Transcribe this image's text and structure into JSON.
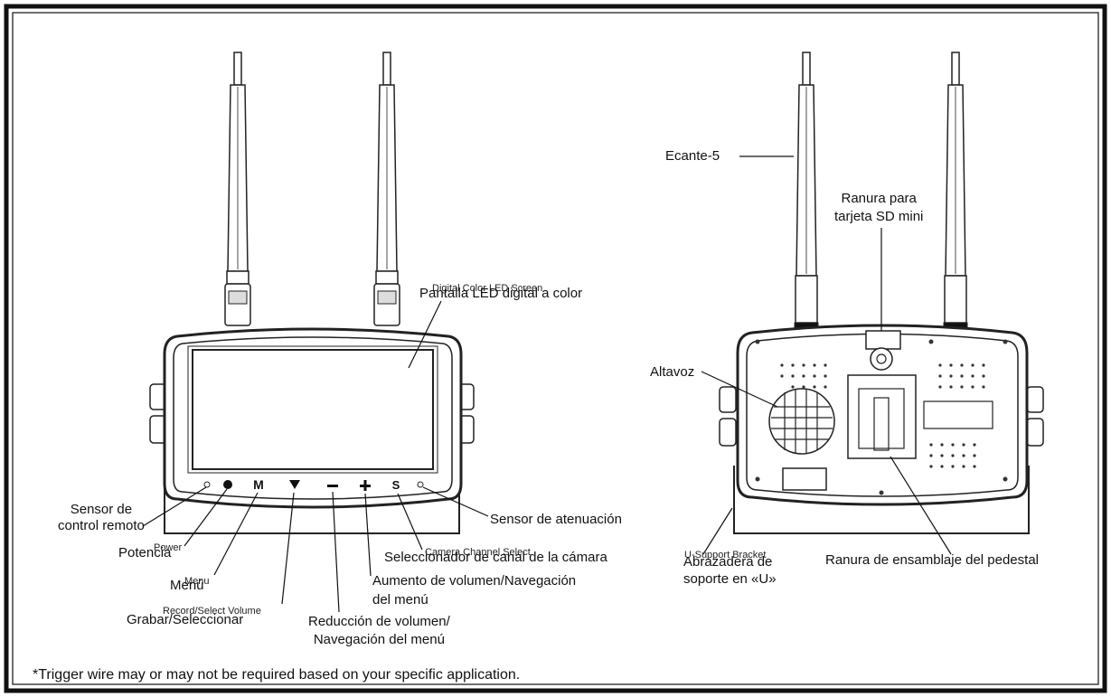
{
  "labels": {
    "screen": "Pantalla LED digital a color",
    "screen_en": "Digital Color LED Screen",
    "remote_sensor": "Sensor de\ncontrol remoto",
    "power": "Potencia",
    "power_en": "Power",
    "menu": "Menú",
    "menu_en": "Menu",
    "record": "Grabar/Seleccionar",
    "record_en": "Record/Select Volume",
    "vol_down": "Reducción de volumen/\nNavegación del menú",
    "vol_up": "Aumento de volumen/Navegación\ndel menú",
    "camera_select": "Seleccionador de canal de la cámara",
    "camera_select_en": "Camera Channel Select",
    "dimming": "Sensor de atenuación",
    "antenna": "Ecante-5",
    "sd_slot": "Ranura para\ntarjeta SD mini",
    "speaker": "Altavoz",
    "u_bracket": "Abrazadera de\nsoporte en «U»",
    "u_bracket_en": "U-Support Bracket",
    "pedestal": "Ranura de ensamblaje del pedestal"
  },
  "buttons": {
    "power_symbol": "●",
    "menu_symbol": "M",
    "record_symbol": "▼",
    "minus_symbol": "−",
    "plus_symbol": "+",
    "select_symbol": "S"
  },
  "footnote": "*Trigger wire may or may not be required based on your specific application."
}
